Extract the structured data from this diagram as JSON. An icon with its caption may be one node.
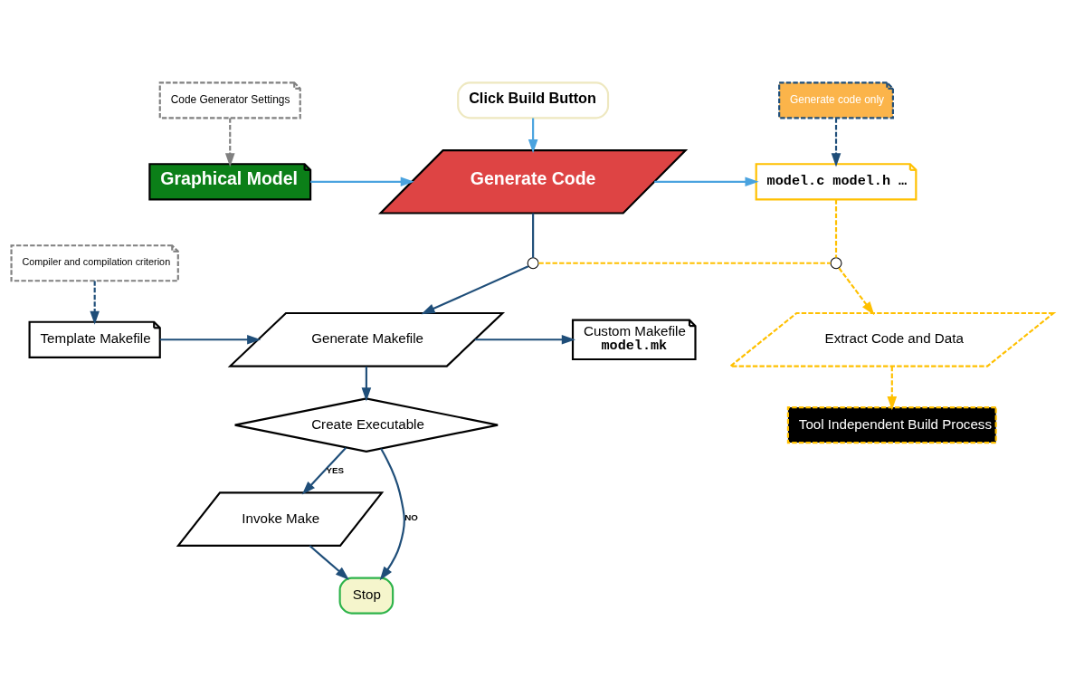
{
  "diagram": {
    "nodes": [
      {
        "text": [
          "Code Generator Settings"
        ]
      },
      {
        "text": [
          "Click Build Button"
        ]
      },
      {
        "text": [
          "Generate code only"
        ]
      },
      {
        "text": [
          "Graphical Model"
        ]
      },
      {
        "text": [
          "Generate Code"
        ]
      },
      {
        "text": [
          "model.c model.h …"
        ]
      },
      {
        "text": [
          "Compiler and compilation criterion"
        ]
      },
      {
        "text": [],
        "shape": "circle"
      },
      {
        "text": [],
        "shape": "circle"
      },
      {
        "text": [
          "Template Makefile"
        ]
      },
      {
        "text": [
          "Generate Makefile"
        ]
      },
      {
        "text": [
          "Custom Makefile",
          "model.mk"
        ]
      },
      {
        "text": [
          "Extract Code and Data"
        ]
      },
      {
        "text": [
          "Create Executable"
        ]
      },
      {
        "text": [
          "Invoke Make"
        ]
      },
      {
        "text": [
          "Tool Independent Build Process"
        ]
      },
      {
        "text": [
          "Stop"
        ]
      }
    ],
    "edges": [
      {
        "from": 0,
        "to": 3,
        "arrow": "to",
        "style": "dashed",
        "color": "#808080"
      },
      {
        "from": 1,
        "to": 4,
        "arrow": "to",
        "color": "#4aa3df"
      },
      {
        "from": 3,
        "to": 4,
        "arrow": "to",
        "color": "#4aa3df"
      },
      {
        "from": 4,
        "to": 5,
        "arrow": "to",
        "color": "#4aa3df"
      },
      {
        "from": 2,
        "to": 5,
        "arrow": "to",
        "style": "dashed"
      },
      {
        "from": 6,
        "to": 9,
        "arrow": "to",
        "style": "dashed"
      },
      {
        "from": 4,
        "to": 7,
        "arrow": "none"
      },
      {
        "from": 7,
        "to": 10,
        "arrow": "to"
      },
      {
        "from": 7,
        "to": 8,
        "arrow": "none",
        "style": "dashed",
        "color": "#ffc000"
      },
      {
        "from": 5,
        "to": 8,
        "arrow": "none",
        "style": "dashed",
        "color": "#ffc000"
      },
      {
        "from": 8,
        "to": 12,
        "arrow": "to",
        "style": "dashed",
        "color": "#ffc000"
      },
      {
        "from": 12,
        "to": 15,
        "arrow": "to",
        "style": "dashed",
        "color": "#ffc000"
      },
      {
        "from": 9,
        "to": 10,
        "arrow": "to"
      },
      {
        "from": 10,
        "to": 11,
        "arrow": "to"
      },
      {
        "from": 10,
        "to": 13,
        "arrow": "to"
      },
      {
        "from": 13,
        "to": 14,
        "arrow": "to",
        "label": "YES"
      },
      {
        "from": 13,
        "to": 16,
        "arrow": "to",
        "label": "NO"
      },
      {
        "from": 14,
        "to": 16,
        "arrow": "to"
      }
    ]
  }
}
